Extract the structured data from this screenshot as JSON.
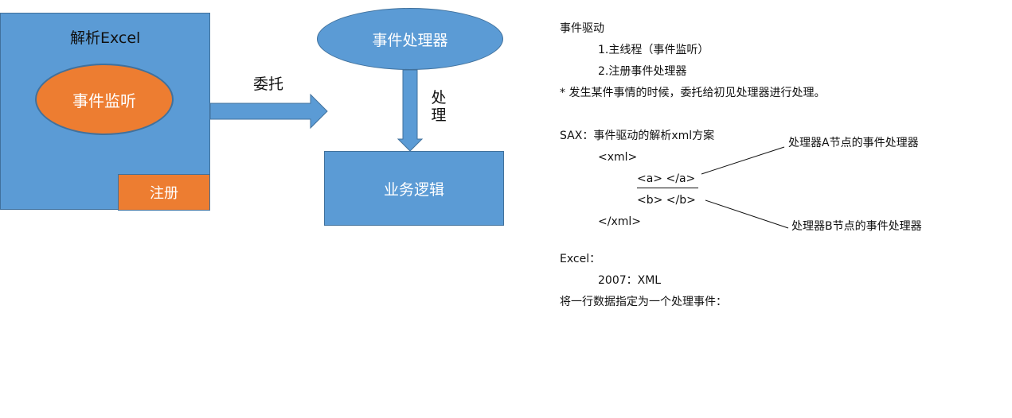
{
  "diagram": {
    "excel_box": {
      "title": "解析Excel"
    },
    "listener": {
      "label": "事件监听"
    },
    "register": {
      "label": "注册"
    },
    "delegate_arrow": {
      "label": "委托"
    },
    "handler": {
      "label": "事件处理器"
    },
    "process_arrow": {
      "label": "处\n理"
    },
    "business": {
      "label": "业务逻辑"
    },
    "colors": {
      "blue": "#5b9bd5",
      "orange": "#ed7d31",
      "outline": "#41719c"
    }
  },
  "notes": {
    "heading": "事件驱动",
    "item1": "1.主线程（事件监听）",
    "item2": "2.注册事件处理器",
    "remark": "* 发生某件事情的时候，委托给初见处理器进行处理。",
    "sax_title": "SAX：事件驱动的解析xml方案",
    "xml_open": "<xml>",
    "a_tag": "<a> </a>",
    "b_tag": "<b> </b>",
    "xml_close": "</xml>",
    "callout_a": "处理器A节点的事件处理器",
    "callout_b": "处理器B节点的事件处理器",
    "excel_label": "Excel：",
    "excel_version": "2007：XML",
    "row_note": "将一行数据指定为一个处理事件："
  }
}
